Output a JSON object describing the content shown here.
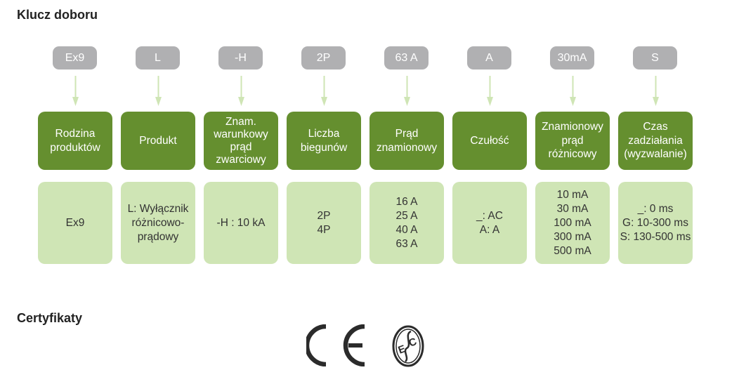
{
  "selection_key": {
    "title": "Klucz doboru",
    "columns": [
      {
        "code": "Ex9",
        "heading": "Rodzina\nproduktów",
        "values": "Ex9"
      },
      {
        "code": "L",
        "heading": "Produkt",
        "values": "L: Wyłącznik\nróżnicowo-\nprądowy"
      },
      {
        "code": "-H",
        "heading": "Znam.\nwarunkowy\nprąd\nzwarciowy",
        "values": "-H : 10 kA"
      },
      {
        "code": "2P",
        "heading": "Liczba\nbiegunów",
        "values": "2P\n4P"
      },
      {
        "code": "63 A",
        "heading": "Prąd\nznamionowy",
        "values": "16 A\n25 A\n40 A\n63 A"
      },
      {
        "code": "A",
        "heading": "Czułość",
        "values": "_: AC\nA: A"
      },
      {
        "code": "30mA",
        "heading": "Znamionowy\nprąd\nróżnicowy",
        "values": "10 mA\n30 mA\n100 mA\n300 mA\n500 mA"
      },
      {
        "code": "S",
        "heading": "Czas\nzadziałania\n(wyzwalanie)",
        "values": "_: 0 ms\nG: 10-300 ms\nS: 130-500 ms"
      }
    ]
  },
  "certificates": {
    "title": "Certyfikaty",
    "marks": [
      "CE",
      "ESC"
    ]
  },
  "colors": {
    "code_pill": "#b0b0b2",
    "heading_box": "#658f2f",
    "value_box": "#cfe5b5",
    "arrow": "#cfe5b5"
  }
}
